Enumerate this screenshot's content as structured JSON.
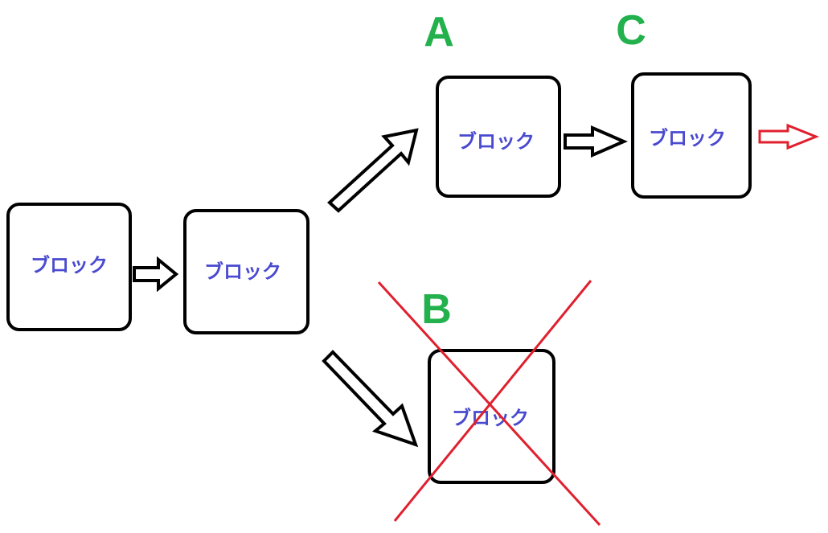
{
  "colors": {
    "block_text": "#4a4ad0",
    "letter": "#22b14c",
    "cross": "#e0202e",
    "outline": "#000000"
  },
  "blocks": [
    {
      "id": "block-1",
      "label": "ブロック"
    },
    {
      "id": "block-2",
      "label": "ブロック"
    },
    {
      "id": "block-a",
      "label": "ブロック"
    },
    {
      "id": "block-c",
      "label": "ブロック"
    },
    {
      "id": "block-b",
      "label": "ブロック",
      "rejected": true
    }
  ],
  "branch_labels": {
    "a": "A",
    "b": "B",
    "c": "C"
  }
}
